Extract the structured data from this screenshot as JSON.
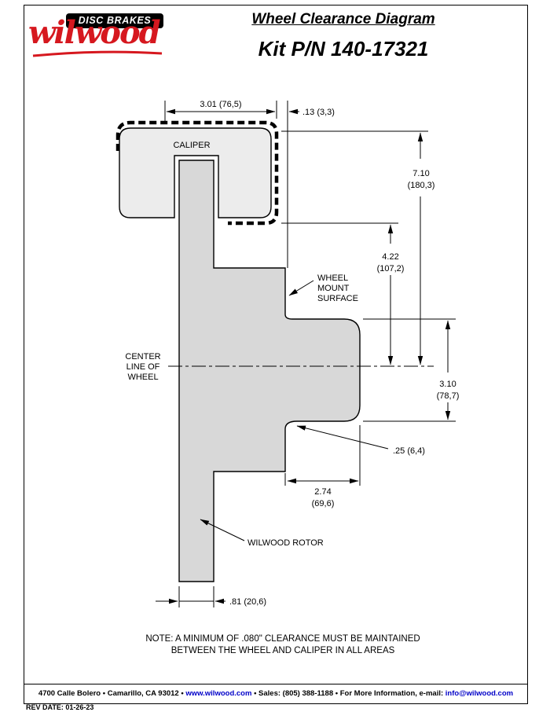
{
  "header": {
    "logo": {
      "script": "wilwood",
      "tagline": "DISC BRAKES",
      "color": "#d6181f"
    },
    "title": "Wheel Clearance Diagram",
    "kit": "Kit P/N 140-17321"
  },
  "diagram": {
    "caliper_label": "CALIPER",
    "wheel_mount": [
      "WHEEL",
      "MOUNT",
      "SURFACE"
    ],
    "center_line": [
      "CENTER",
      "LINE OF",
      "WHEEL"
    ],
    "rotor_label": "WILWOOD ROTOR",
    "dims": {
      "d301": "3.01 (76,5)",
      "d013": ".13 (3,3)",
      "d710": [
        "7.10",
        "(180,3)"
      ],
      "d422": [
        "4.22",
        "(107,2)"
      ],
      "d310": [
        "3.10",
        "(78,7)"
      ],
      "d025": ".25 (6,4)",
      "d274": [
        "2.74",
        "(69,6)"
      ],
      "d081": ".81 (20,6)"
    },
    "note": [
      "NOTE: A MINIMUM OF .080\" CLEARANCE MUST BE MAINTAINED",
      "BETWEEN THE WHEEL AND CALIPER IN ALL AREAS"
    ]
  },
  "footer": {
    "left": "4700 Calle Bolero • Camarillo, CA 93012 • ",
    "website": "www.wilwood.com",
    "mid": " • Sales: (805) 388-1188 • For More Information, e-mail: ",
    "email": "info@wilwood.com",
    "link_color": "#0000c8",
    "rev": "REV DATE:  01-26-23"
  }
}
